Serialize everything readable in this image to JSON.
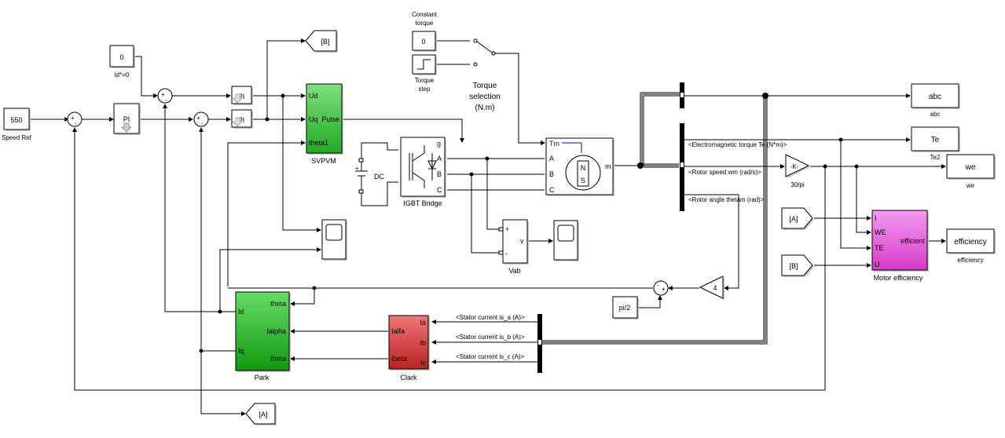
{
  "blocks": {
    "speed_ref": {
      "value": "550",
      "label": "Speed Ref"
    },
    "id_ref": {
      "value": "0",
      "label": "id*=0"
    },
    "pi_speed": {
      "label": "PI"
    },
    "pi_d": {
      "label": "PI"
    },
    "pi_q": {
      "label": "PI"
    },
    "goto_b": {
      "tag": "[B]"
    },
    "goto_a": {
      "tag": "[A]"
    },
    "svpvm": {
      "name": "SVPVM",
      "ports_in": [
        "Ud",
        "Uq",
        "theta1"
      ],
      "port_out": "Pulse",
      "color": "#66dd66"
    },
    "const_torque": {
      "value": "0",
      "label_lines": [
        "Constant",
        "torque"
      ]
    },
    "torque_step": {
      "label_lines": [
        "Torque",
        "step"
      ]
    },
    "torque_sel": {
      "label_lines": [
        "Torque",
        "selection",
        "(N.m)"
      ]
    },
    "dc": {
      "label": "DC"
    },
    "igbt": {
      "label": "IGBT Bridge",
      "ports": [
        "g",
        "A",
        "B",
        "C"
      ]
    },
    "motor": {
      "ports": [
        "Tm",
        "A",
        "B",
        "C",
        "m"
      ],
      "pole_n": "N",
      "pole_s": "S"
    },
    "vab": {
      "label": "Vab",
      "ports": [
        "+",
        "-",
        "v"
      ]
    },
    "abc_out": {
      "name": "abc",
      "label": "abc"
    },
    "te_out": {
      "name": "Te",
      "label": "Te2"
    },
    "we_out": {
      "name": "we",
      "label": "we"
    },
    "eff_out": {
      "name": "efficiency",
      "label": "efficiency"
    },
    "gain_k": {
      "value": "-K-",
      "label": "30/pi"
    },
    "gain_4": {
      "value": "4"
    },
    "pi2": {
      "value": "pi/2"
    },
    "from_a": {
      "tag": "[A]"
    },
    "from_b": {
      "tag": "[B]"
    },
    "motor_eff": {
      "name": "Motor efficiency",
      "ports_in": [
        "I",
        "WE",
        "TE",
        "U"
      ],
      "port_out": "efficient",
      "color": "#ee66dd"
    },
    "park": {
      "name": "Park",
      "ports_in": [
        "theta",
        "Ialpha",
        "Ibeta"
      ],
      "ports_out": [
        "Id",
        "Iq"
      ],
      "color": "#44cc44"
    },
    "clark": {
      "name": "Clark",
      "ports_in": [
        "Ia",
        "Ib",
        "Ic"
      ],
      "ports_out": [
        "Ialfa",
        "Ibeta"
      ],
      "color": "#dd4444"
    }
  },
  "signals": {
    "te": "<Electromagnetic torque Te (N*m)>",
    "wm": "<Rotor speed wm (rad/s)>",
    "thetam": "<Rotor angle thetam (rad)>",
    "isa": "<Stator current is_a (A)>",
    "isb": "<Stator current is_b (A)>",
    "isc": "<Stator current is_c (A)>"
  },
  "sum_signs": {
    "plus": "+",
    "minus": "-"
  },
  "colors": {
    "port_blue": "#0000cc"
  }
}
